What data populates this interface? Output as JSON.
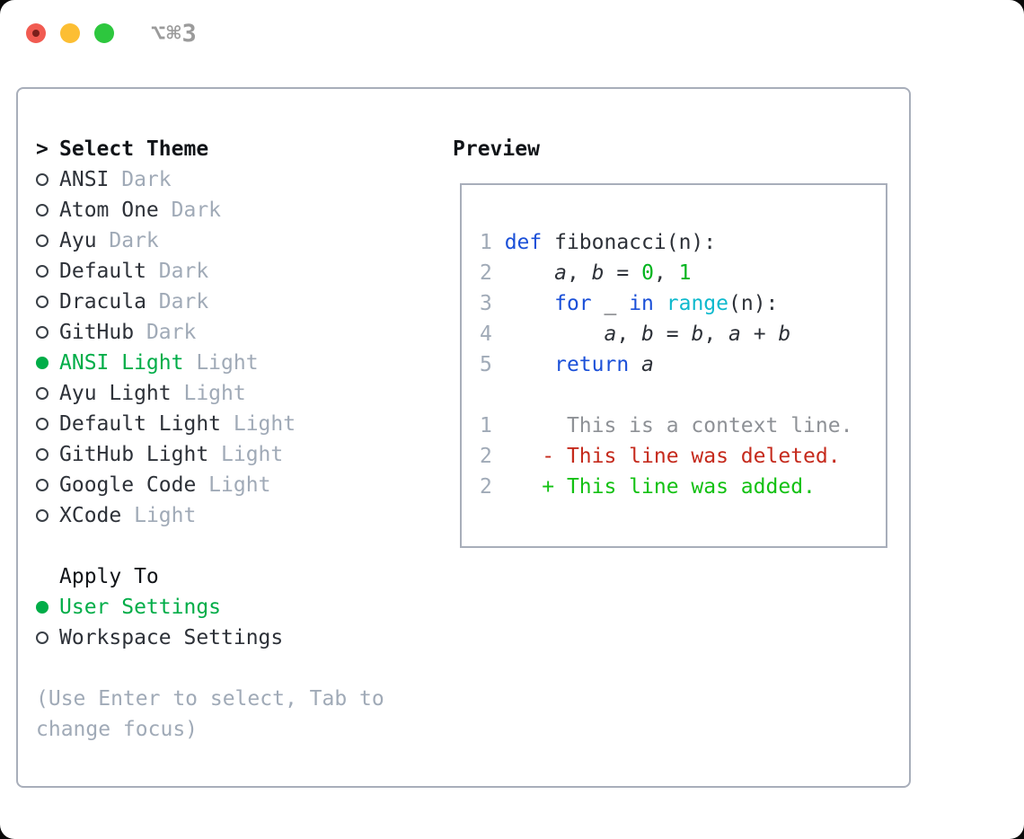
{
  "window": {
    "title": "⌥⌘3",
    "traffic_lights": [
      "close",
      "minimize",
      "zoom"
    ]
  },
  "theme_panel": {
    "prompt": ">",
    "title": "Select Theme",
    "items": [
      {
        "name": "ANSI",
        "variant": "Dark",
        "selected": false
      },
      {
        "name": "Atom One",
        "variant": "Dark",
        "selected": false
      },
      {
        "name": "Ayu",
        "variant": "Dark",
        "selected": false
      },
      {
        "name": "Default",
        "variant": "Dark",
        "selected": false
      },
      {
        "name": "Dracula",
        "variant": "Dark",
        "selected": false
      },
      {
        "name": "GitHub",
        "variant": "Dark",
        "selected": false
      },
      {
        "name": "ANSI Light",
        "variant": "Light",
        "selected": true
      },
      {
        "name": "Ayu Light",
        "variant": "Light",
        "selected": false
      },
      {
        "name": "Default Light",
        "variant": "Light",
        "selected": false
      },
      {
        "name": "GitHub Light",
        "variant": "Light",
        "selected": false
      },
      {
        "name": "Google Code",
        "variant": "Light",
        "selected": false
      },
      {
        "name": "XCode",
        "variant": "Light",
        "selected": false
      }
    ],
    "apply_to": {
      "title": "Apply To",
      "options": [
        {
          "name": "User Settings",
          "selected": true
        },
        {
          "name": "Workspace Settings",
          "selected": false
        }
      ]
    },
    "hint": "(Use Enter to select, Tab to change focus)"
  },
  "preview": {
    "title": "Preview",
    "lines": [
      {
        "num": "1",
        "tokens": [
          {
            "t": "def",
            "c": "kw"
          },
          {
            "t": " fibonacci(n):",
            "c": "pl"
          }
        ]
      },
      {
        "num": "2",
        "tokens": [
          {
            "t": "    ",
            "c": "pl"
          },
          {
            "t": "a",
            "c": "var"
          },
          {
            "t": ", ",
            "c": "pl"
          },
          {
            "t": "b",
            "c": "var"
          },
          {
            "t": " = ",
            "c": "pl"
          },
          {
            "t": "0",
            "c": "num"
          },
          {
            "t": ", ",
            "c": "pl"
          },
          {
            "t": "1",
            "c": "num"
          }
        ]
      },
      {
        "num": "3",
        "tokens": [
          {
            "t": "    ",
            "c": "pl"
          },
          {
            "t": "for",
            "c": "kw"
          },
          {
            "t": " _ ",
            "c": "pl"
          },
          {
            "t": "in",
            "c": "kw"
          },
          {
            "t": " ",
            "c": "pl"
          },
          {
            "t": "range",
            "c": "fn"
          },
          {
            "t": "(n):",
            "c": "pl"
          }
        ]
      },
      {
        "num": "4",
        "tokens": [
          {
            "t": "        ",
            "c": "pl"
          },
          {
            "t": "a",
            "c": "var"
          },
          {
            "t": ", ",
            "c": "pl"
          },
          {
            "t": "b",
            "c": "var"
          },
          {
            "t": " = ",
            "c": "pl"
          },
          {
            "t": "b",
            "c": "var"
          },
          {
            "t": ", ",
            "c": "pl"
          },
          {
            "t": "a",
            "c": "var"
          },
          {
            "t": " + ",
            "c": "pl"
          },
          {
            "t": "b",
            "c": "var"
          }
        ]
      },
      {
        "num": "5",
        "tokens": [
          {
            "t": "    ",
            "c": "pl"
          },
          {
            "t": "return",
            "c": "kw"
          },
          {
            "t": " ",
            "c": "pl"
          },
          {
            "t": "a",
            "c": "var"
          }
        ]
      },
      {
        "blank": true
      },
      {
        "num": "1",
        "tokens": [
          {
            "t": "     This is a context line.",
            "c": "ctx"
          }
        ]
      },
      {
        "num": "2",
        "tokens": [
          {
            "t": "   - This line was deleted.",
            "c": "del"
          }
        ]
      },
      {
        "num": "2",
        "tokens": [
          {
            "t": "   + This line was added.",
            "c": "add"
          }
        ]
      }
    ]
  },
  "colors": {
    "sel-green": "#00ad48",
    "add-green": "#13c113",
    "num-green": "#00b41e",
    "del-red": "#c52a1c",
    "kw-blue": "#1b50d8",
    "fn-cyan": "#0eb9cd",
    "muted-gray": "#a0aab7",
    "ctx-gray": "#8e9196",
    "border-gray": "#a8aeba",
    "title-gray": "#9b9b9b",
    "text-dark": "#2d3138",
    "text-black": "#111418",
    "radio-ring": "#3a4047",
    "tl-red": "#f15b51",
    "tl-red-dot": "#7a201b",
    "tl-yellow": "#fcbe33",
    "tl-green": "#2dc73e"
  }
}
